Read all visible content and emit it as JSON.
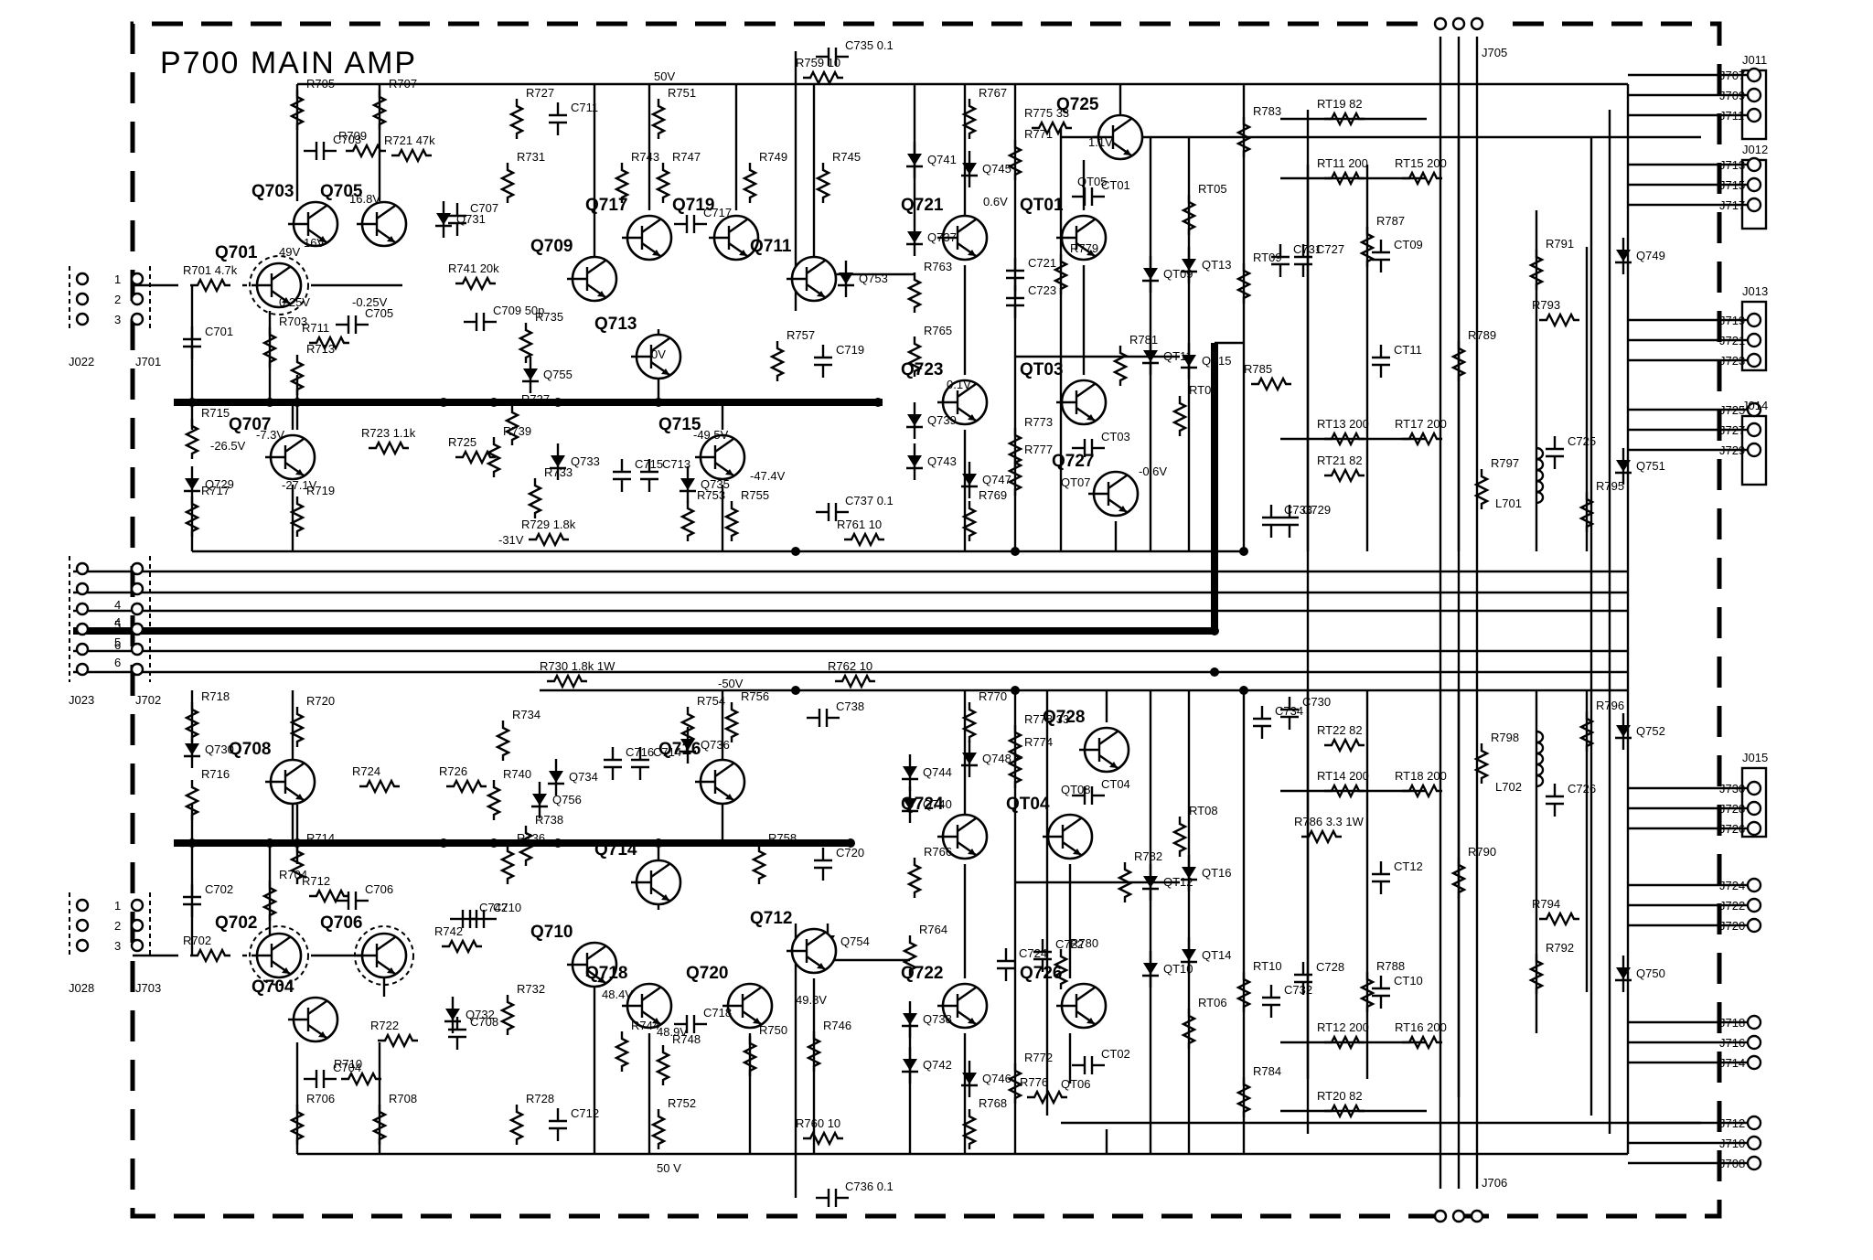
{
  "title": "P700 MAIN AMP",
  "transistors": [
    "Q701",
    "Q702",
    "Q703",
    "Q704",
    "Q705",
    "Q706",
    "Q707",
    "Q708",
    "Q709",
    "Q710",
    "Q711",
    "Q712",
    "Q713",
    "Q714",
    "Q715",
    "Q716",
    "Q717",
    "Q718",
    "Q719",
    "Q720",
    "Q721",
    "Q722",
    "Q723",
    "Q724",
    "Q725",
    "Q726",
    "Q727",
    "Q728",
    "QT01",
    "QT03",
    "QT04",
    "QT05",
    "QT06",
    "QT07",
    "QT08"
  ],
  "diodes": [
    "Q729",
    "Q730",
    "Q731",
    "Q732",
    "Q733",
    "Q734",
    "Q735",
    "Q736",
    "Q737",
    "Q738",
    "Q739",
    "Q740",
    "Q741",
    "Q742",
    "Q743",
    "Q744",
    "Q745",
    "Q746",
    "Q747",
    "Q748",
    "Q749",
    "Q750",
    "Q751",
    "Q752",
    "Q753",
    "Q754",
    "Q755",
    "Q756",
    "QT09",
    "QT10",
    "QT11",
    "QT12",
    "QT13",
    "QT14",
    "QT15",
    "QT16"
  ],
  "resistors": [
    "R701 4.7k",
    "R702",
    "R703",
    "R704",
    "R705",
    "R706",
    "R707",
    "R708",
    "R709",
    "R710",
    "R711",
    "R712",
    "R713",
    "R714",
    "R715",
    "R716",
    "R717",
    "R718",
    "R719",
    "R720",
    "R721 47k",
    "R722",
    "R723 1.1k",
    "R724",
    "R725",
    "R726",
    "R727",
    "R728",
    "R729 1.8k",
    "R730 1.8k 1W",
    "R731",
    "R732",
    "R733",
    "R734",
    "R735",
    "R736",
    "R737",
    "R738",
    "R739",
    "R740",
    "R741 20k",
    "R742",
    "R743",
    "R744",
    "R745",
    "R746",
    "R747",
    "R748",
    "R749",
    "R750",
    "R751",
    "R752",
    "R753",
    "R754",
    "R755",
    "R756",
    "R757",
    "R758",
    "R759 10",
    "R760 10",
    "R761 10",
    "R762 10",
    "R763",
    "R764",
    "R765",
    "R766",
    "R767",
    "R768",
    "R769",
    "R770",
    "R771",
    "R772",
    "R773",
    "R774",
    "R775 33",
    "R776",
    "R777",
    "R778 33",
    "R779",
    "R780",
    "R781",
    "R782",
    "R783",
    "R784",
    "R785",
    "R786 3.3 1W",
    "R787",
    "R788",
    "R789",
    "R790",
    "R791",
    "R792",
    "R793",
    "R794",
    "R795",
    "R796",
    "R797",
    "R798",
    "RT05",
    "RT06",
    "RT07",
    "RT08",
    "RT09",
    "RT10",
    "RT11 200",
    "RT12 200",
    "RT13 200",
    "RT14 200",
    "RT15 200",
    "RT16 200",
    "RT17 200",
    "RT18 200",
    "RT19 82",
    "RT20 82",
    "RT21 82",
    "RT22 82"
  ],
  "capacitors": [
    "C701",
    "C702",
    "C703",
    "C704",
    "C705",
    "C706",
    "C707",
    "C708",
    "C709 50p",
    "C710",
    "C711",
    "C712",
    "C713",
    "C714",
    "C715",
    "C716",
    "C717",
    "C718",
    "C719",
    "C720",
    "C721",
    "C722",
    "C723",
    "C724",
    "C725",
    "C726",
    "C727",
    "C728",
    "C729",
    "C730",
    "C731",
    "C732",
    "C733",
    "C734",
    "C735 0.1",
    "C736 0.1",
    "C737 0.1",
    "C738",
    "C742",
    "CT01",
    "CT02",
    "CT03",
    "CT04",
    "CT09",
    "CT10",
    "CT11",
    "CT12"
  ],
  "inductors": [
    "L701",
    "L702"
  ],
  "connectors": {
    "left": [
      "J022",
      "J701",
      "J023",
      "J702",
      "J028",
      "J703"
    ],
    "top": "J705",
    "bottom": "J706",
    "right_groups": [
      "J011",
      "J012",
      "J013",
      "J014",
      "J015"
    ],
    "right_pins": [
      "J707",
      "J709",
      "J711",
      "J713",
      "J715",
      "J717",
      "J719",
      "J721",
      "J723",
      "J725",
      "J727",
      "J729",
      "J730",
      "J728",
      "J726",
      "J724",
      "J722",
      "J720",
      "J718",
      "J716",
      "J714",
      "J712",
      "J710",
      "J708"
    ]
  },
  "pin_numbers": [
    "1",
    "2",
    "3",
    "4",
    "5",
    "6"
  ],
  "voltages": [
    "50 V",
    "50V",
    "-50V",
    "49V",
    "48.4V",
    "48.9V",
    "49.8V",
    "16.8V",
    "16V",
    "0.25V",
    "-0.25V",
    "-7.3V",
    "-26.5V",
    "-27.1V",
    "-31V",
    "-49.5V",
    "-47.4V",
    "0.6V",
    "0.1V",
    "0V",
    "-0.6V",
    "1.1V"
  ]
}
